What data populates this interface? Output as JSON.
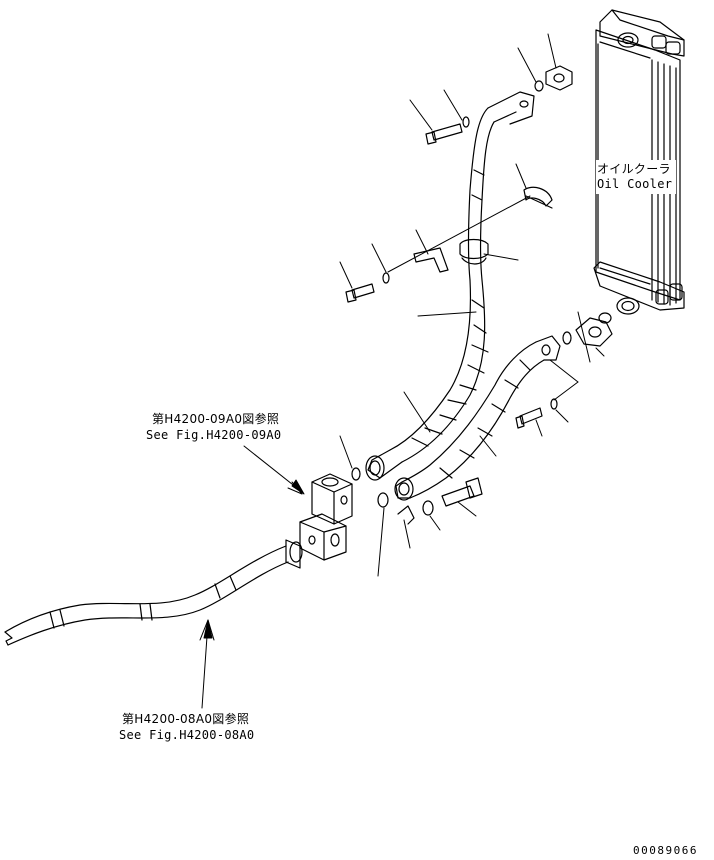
{
  "labels": {
    "oil_cooler_ja": "オイルクーラ",
    "oil_cooler_en": "Oil Cooler",
    "ref_upper_ja": "第H4200-09A0図参照",
    "ref_upper_en": "See Fig.H4200-09A0",
    "ref_lower_ja": "第H4200-08A0図参照",
    "ref_lower_en": "See Fig.H4200-08A0",
    "drawing_number": "00089066"
  }
}
